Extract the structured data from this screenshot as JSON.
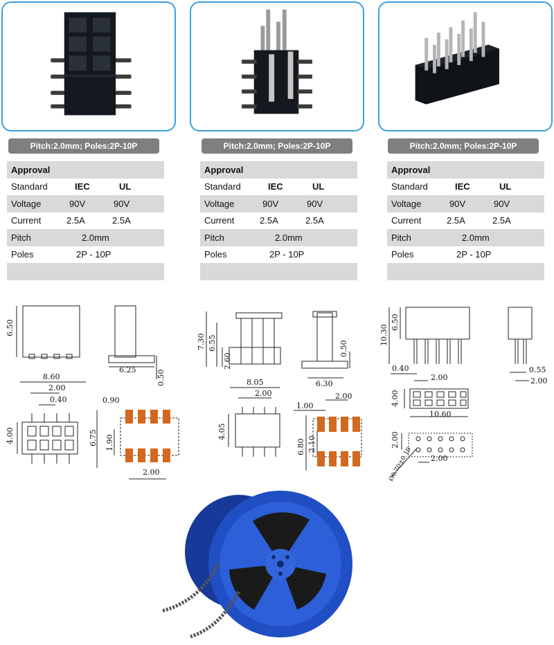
{
  "products": [
    {
      "pitch_poles": "Pitch:2.0mm; Poles:2P-10P",
      "approval": "Approval",
      "rows": {
        "standard": {
          "label": "Standard",
          "iec": "IEC",
          "ul": "UL"
        },
        "voltage": {
          "label": "Voltage",
          "iec": "90V",
          "ul": "90V"
        },
        "current": {
          "label": "Current",
          "iec": "2.5A",
          "ul": "2.5A"
        },
        "pitch": {
          "label": "Pitch",
          "value": "2.0mm"
        },
        "poles": {
          "label": "Poles",
          "value": "2P - 10P"
        }
      },
      "dims": {
        "height": "6.50",
        "width": "8.60",
        "pitch_top": "2.00",
        "pin": "0.40",
        "depth": "4.00",
        "side_w": "6.25",
        "side_off": "0.50",
        "pad_w": "0.90",
        "pad_row": "6.75",
        "pad_gap": "1.90",
        "pad_pitch": "2.00"
      }
    },
    {
      "pitch_poles": "Pitch:2.0mm; Poles:2P-10P",
      "approval": "Approval",
      "rows": {
        "standard": {
          "label": "Standard",
          "iec": "IEC",
          "ul": "UL"
        },
        "voltage": {
          "label": "Voltage",
          "iec": "90V",
          "ul": "90V"
        },
        "current": {
          "label": "Current",
          "iec": "2.5A",
          "ul": "2.5A"
        },
        "pitch": {
          "label": "Pitch",
          "value": "2.0mm"
        },
        "poles": {
          "label": "Poles",
          "value": "2P - 10P"
        }
      },
      "dims": {
        "total_h": "7.30",
        "pin_h": "6.55",
        "base_h": "2.60",
        "side_off": "0.50",
        "side_w": "6.30",
        "width": "8.05",
        "pitch_top": "2.00",
        "depth": "4.05",
        "pad_w": "1.00",
        "pad_pitch": "2.00",
        "pad_row": "6.80",
        "pad_gap": "2.10"
      }
    },
    {
      "pitch_poles": "Pitch:2.0mm; Poles:2P-10P",
      "approval": "Approval",
      "rows": {
        "standard": {
          "label": "Standard",
          "iec": "IEC",
          "ul": "UL"
        },
        "voltage": {
          "label": "Voltage",
          "iec": "90V",
          "ul": "90V"
        },
        "current": {
          "label": "Current",
          "iec": "2.5A",
          "ul": "2.5A"
        },
        "pitch": {
          "label": "Pitch",
          "value": "2.0mm"
        },
        "poles": {
          "label": "Poles",
          "value": "2P - 10P"
        }
      },
      "dims": {
        "total_h": "10.30",
        "body_h": "6.50",
        "pin": "0.40",
        "pitch": "2.00",
        "side_off": "0.55",
        "side_pitch": "2.00",
        "depth": "4.00",
        "width": "10.60",
        "row_pitch": "2.00",
        "hole_pitch": "2.00",
        "hole_dia": "Ø0.70±0.10"
      }
    }
  ],
  "colors": {
    "card_border": "#3aa0db",
    "pill_bg": "#7f7f7f",
    "table_shade": "#d9d9d9",
    "pad": "#d2691e",
    "reel": "#1f4fc2"
  }
}
